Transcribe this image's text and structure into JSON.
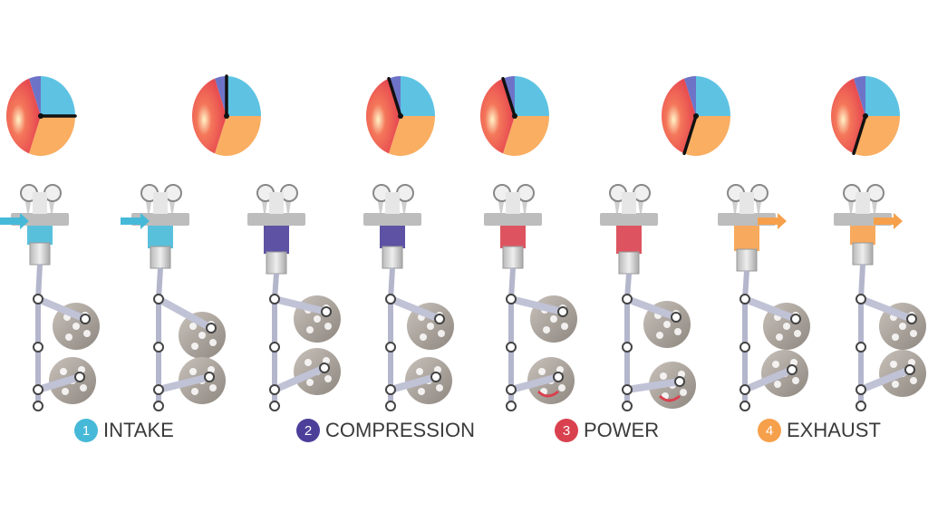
{
  "colors": {
    "intake": "#47b9d8",
    "compression": "#4b3f9a",
    "power": "#d9414f",
    "exhaust": "#f6a04b",
    "pie_blue": "#5ec3e3",
    "pie_orange": "#f9ae62",
    "pie_red": "#ef5a5a",
    "pie_violet": "#6d74c8",
    "metal": "#d7d7d7",
    "gear": "#a9a19a"
  },
  "strokes": [
    {
      "num": "1",
      "label": "INTAKE",
      "color_key": "intake"
    },
    {
      "num": "2",
      "label": "COMPRESSION",
      "color_key": "compression"
    },
    {
      "num": "3",
      "label": "POWER",
      "color_key": "power"
    },
    {
      "num": "4",
      "label": "EXHAUST",
      "color_key": "exhaust"
    }
  ],
  "frames": [
    {
      "stage": "intake",
      "cylinder_color": "intake",
      "pie_hand_deg": 90,
      "arrow": "in"
    },
    {
      "stage": "intake",
      "cylinder_color": "intake",
      "pie_hand_deg": 0,
      "arrow": "in"
    },
    {
      "stage": "compression",
      "cylinder_color": "compression",
      "pie_hand_deg": -20,
      "arrow": "none"
    },
    {
      "stage": "compression",
      "cylinder_color": "compression",
      "pie_hand_deg": -20,
      "arrow": "none"
    },
    {
      "stage": "power",
      "cylinder_color": "power",
      "pie_hand_deg": -20,
      "arrow": "none"
    },
    {
      "stage": "power",
      "cylinder_color": "power",
      "pie_hand_deg": 200,
      "arrow": "none"
    },
    {
      "stage": "exhaust",
      "cylinder_color": "exhaust",
      "pie_hand_deg": 200,
      "arrow": "out"
    },
    {
      "stage": "exhaust",
      "cylinder_color": "exhaust",
      "pie_hand_deg": 200,
      "arrow": "out"
    }
  ]
}
